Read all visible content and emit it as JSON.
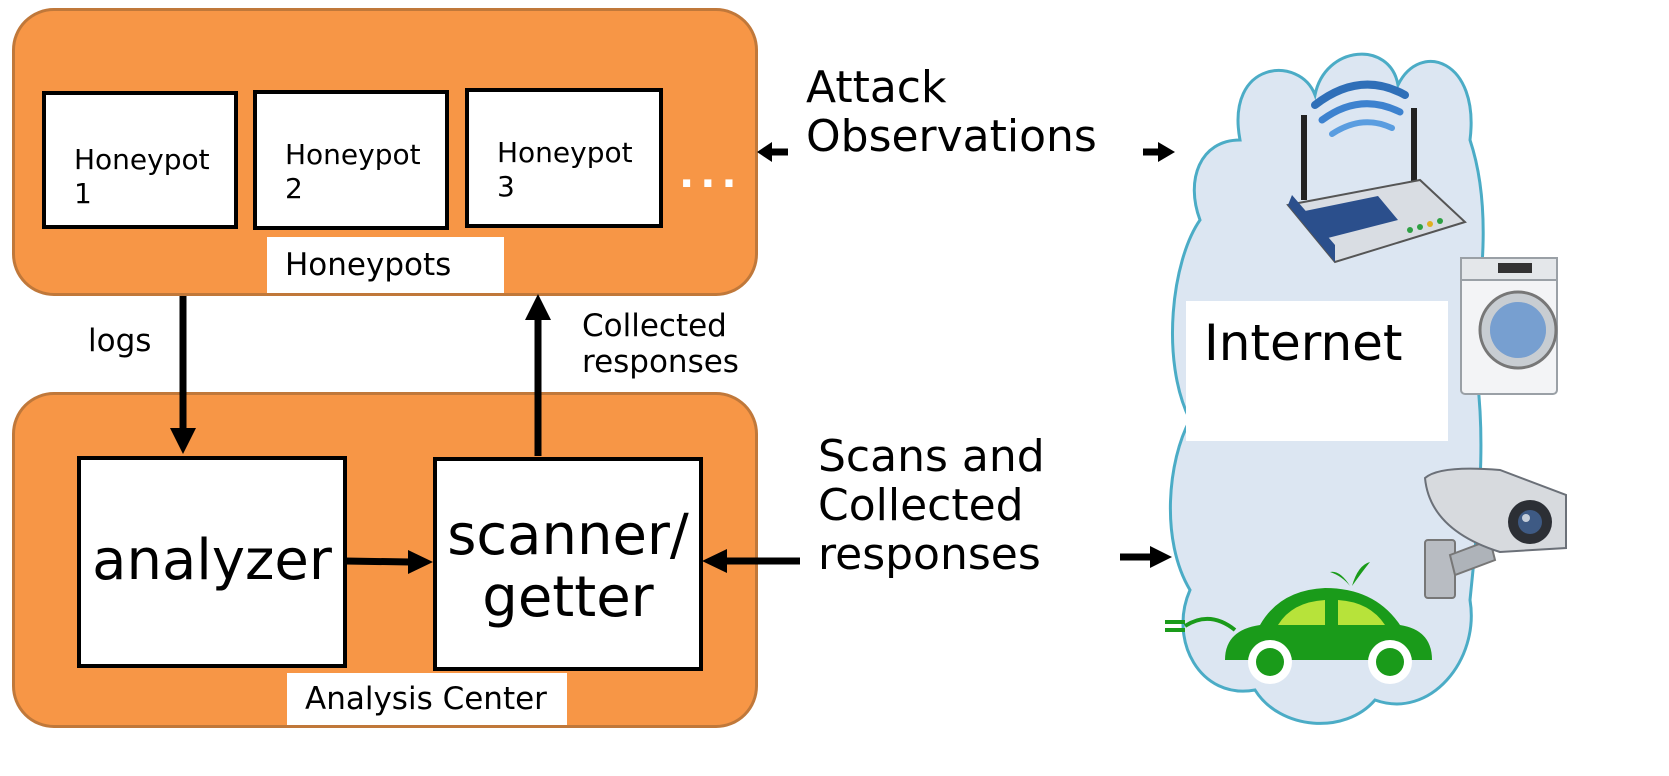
{
  "honeypots_group": {
    "items": [
      "Honeypot\n1",
      "Honeypot\n2",
      "Honeypot\n3"
    ],
    "more": "...",
    "label": "Honeypots"
  },
  "analysis_group": {
    "analyzer": "analyzer",
    "scanner": "scanner/\ngetter",
    "label": "Analysis Center"
  },
  "edges": {
    "logs": "logs",
    "collected_responses": "Collected\nresponses",
    "attack_observations": "Attack\nObservations",
    "scans": "Scans and\nCollected\nresponses"
  },
  "internet": {
    "label": "Internet",
    "devices": [
      "router-icon",
      "washing-machine-icon",
      "security-camera-icon",
      "electric-car-icon"
    ]
  },
  "colors": {
    "group_fill": "#f79646",
    "group_border": "#c0783a",
    "cloud_fill": "#dce6f2",
    "cloud_border": "#4bacc6"
  }
}
